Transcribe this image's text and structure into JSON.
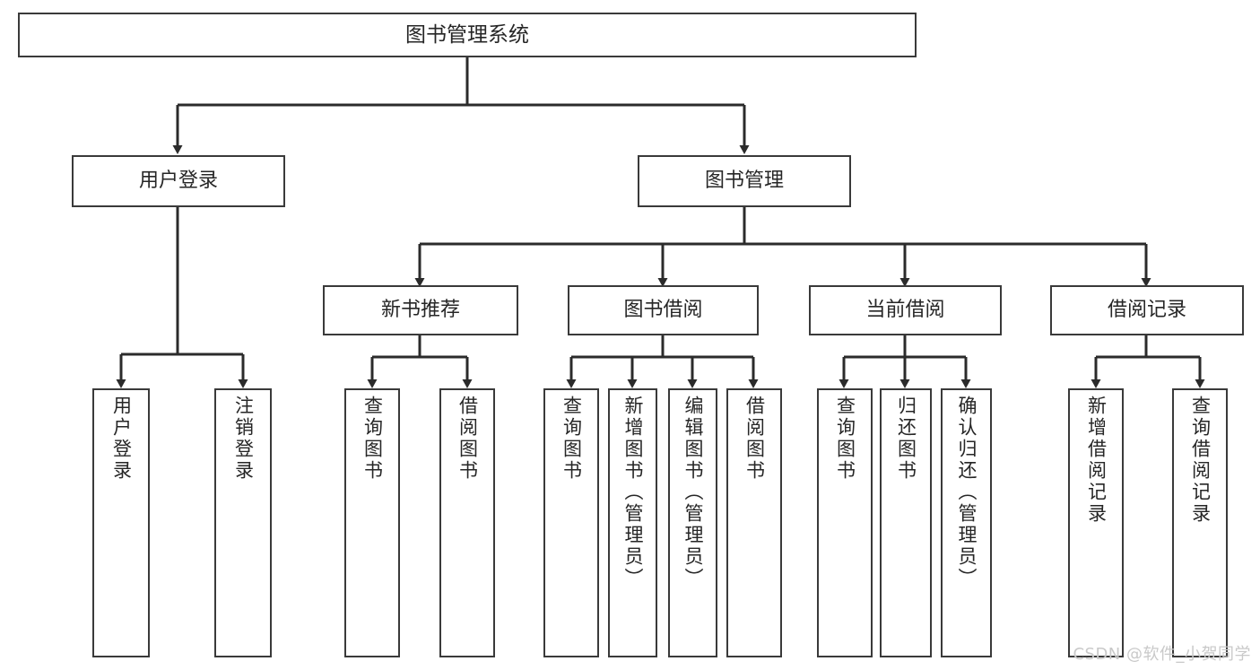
{
  "diagram": {
    "type": "tree",
    "title": "图书管理系统",
    "orientation": "top-down",
    "colors": {
      "box_border": "#3a3a3a",
      "box_fill": "#ffffff",
      "connector": "#2b2b2b",
      "text": "#262626",
      "watermark": "#c9c9c9",
      "background": "#ffffff"
    },
    "root": {
      "label": "图书管理系统"
    },
    "level1": [
      {
        "label": "用户登录"
      },
      {
        "label": "图书管理"
      }
    ],
    "level2": [
      {
        "label": "新书推荐"
      },
      {
        "label": "图书借阅"
      },
      {
        "label": "当前借阅"
      },
      {
        "label": "借阅记录"
      }
    ],
    "leaves": {
      "user_login": [
        {
          "label": "用户登录"
        },
        {
          "label": "注销登录"
        }
      ],
      "new_book_recommend": [
        {
          "label": "查询图书"
        },
        {
          "label": "借阅图书"
        }
      ],
      "book_borrow": [
        {
          "label": "查询图书"
        },
        {
          "label": "新增图书（管理员）"
        },
        {
          "label": "编辑图书（管理员）"
        },
        {
          "label": "借阅图书"
        }
      ],
      "current_borrow": [
        {
          "label": "查询图书"
        },
        {
          "label": "归还图书"
        },
        {
          "label": "确认归还（管理员）"
        }
      ],
      "borrow_record": [
        {
          "label": "新增借阅记录"
        },
        {
          "label": "查询借阅记录"
        }
      ]
    }
  },
  "watermark": {
    "text": "CSDN @软件_小贺同学"
  }
}
